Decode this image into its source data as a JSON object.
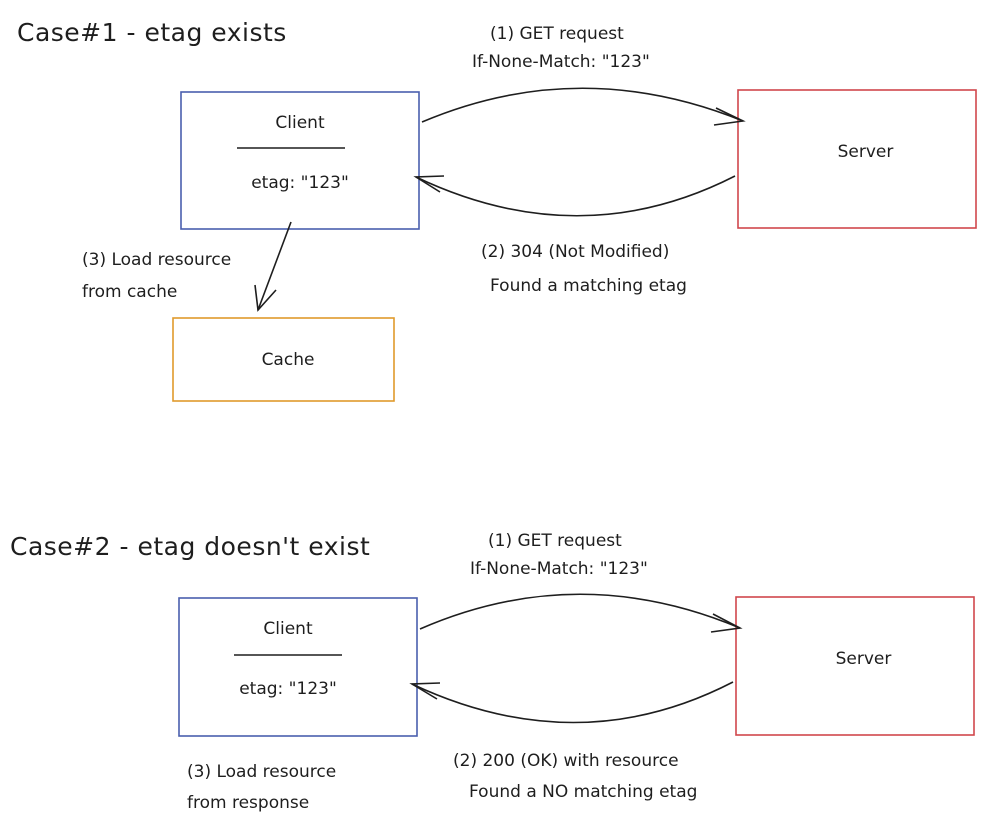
{
  "case1": {
    "title": "Case#1 - etag exists",
    "request_line1": "(1) GET request",
    "request_line2": "If-None-Match: \"123\"",
    "client_label": "Client",
    "client_etag": "etag: \"123\"",
    "server_label": "Server",
    "response_line1": "(2) 304 (Not Modified)",
    "response_line2": "Found a matching etag",
    "load_line1": "(3) Load resource",
    "load_line2": "from cache",
    "cache_label": "Cache"
  },
  "case2": {
    "title": "Case#2 - etag doesn't exist",
    "request_line1": "(1) GET request",
    "request_line2": "If-None-Match: \"123\"",
    "client_label": "Client",
    "client_etag": "etag: \"123\"",
    "server_label": "Server",
    "response_line1": "(2) 200 (OK) with resource",
    "response_line2": "Found a NO matching etag",
    "load_line1": "(3) Load resource",
    "load_line2": "from response"
  },
  "colors": {
    "client_border": "#4a5fae",
    "server_border": "#d0474c",
    "cache_border": "#e09a2c",
    "ink": "#1e1e1e"
  }
}
